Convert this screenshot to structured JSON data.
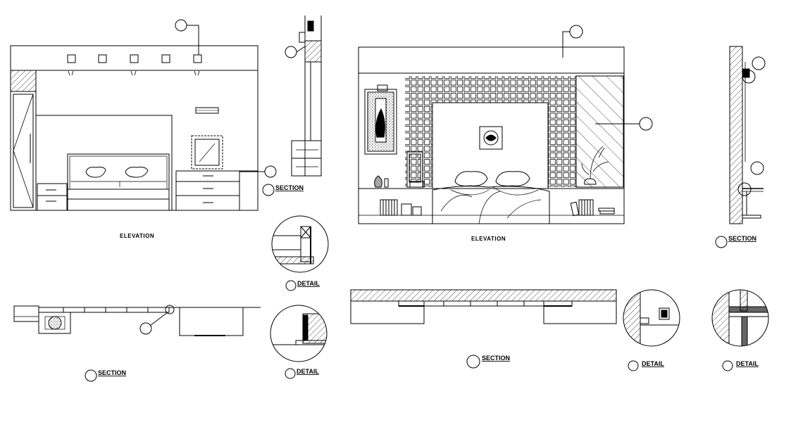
{
  "labels": {
    "elevation_left": "ELEVATION",
    "elevation_center": "ELEVATION",
    "section_left_side": "SECTION",
    "section_right_side": "SECTION",
    "section_bottom_left": "SECTION",
    "section_bottom_center": "SECTION",
    "detail_1": "DETAIL",
    "detail_2": "DETAIL",
    "detail_3": "DETAIL",
    "detail_4": "DETAIL"
  }
}
